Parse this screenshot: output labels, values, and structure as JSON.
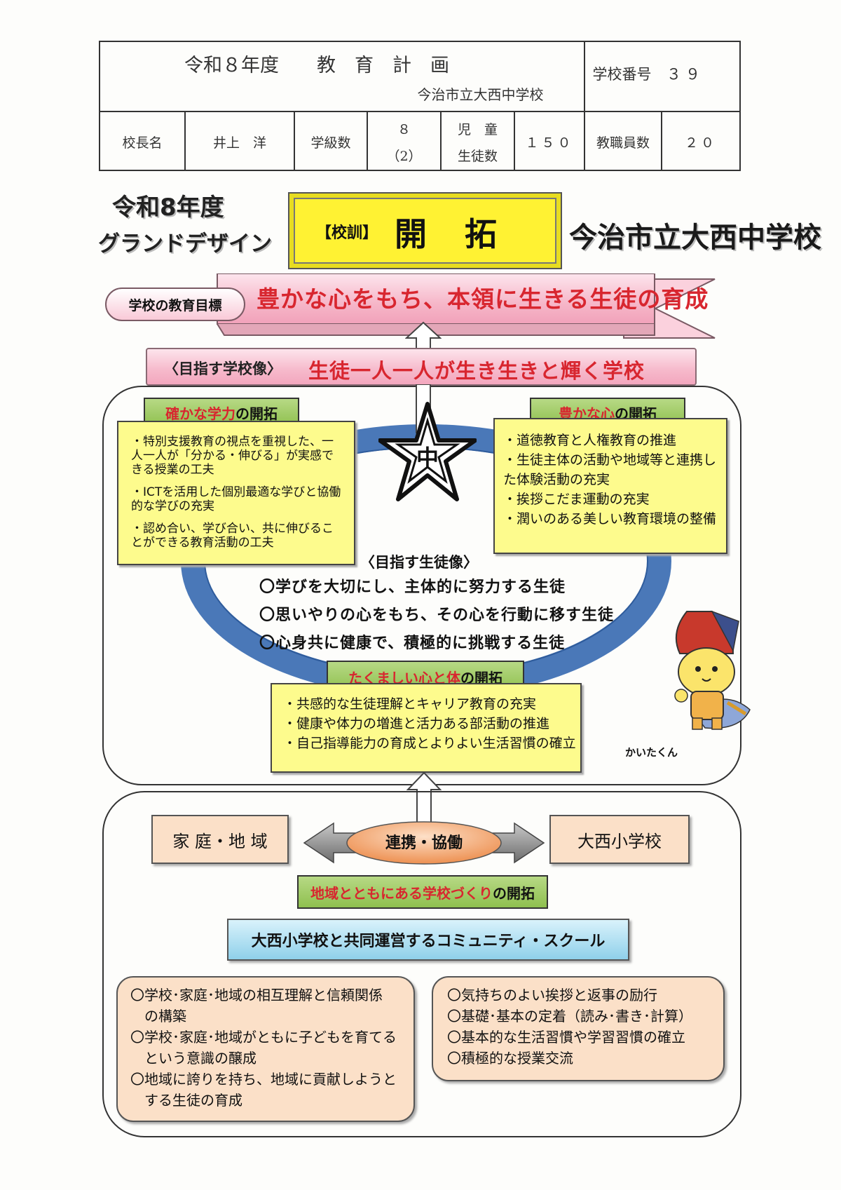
{
  "header": {
    "title": "令和８年度　　教　育　計　画",
    "school_name": "今治市立大西中学校",
    "school_number_label": "学校番号",
    "school_number": "３９",
    "principal_label": "校長名",
    "principal": "井上　洋",
    "classes_label": "学級数",
    "classes": "８",
    "classes_sub": "（2）",
    "students_label_1": "児　童",
    "students_label_2": "生徒数",
    "students": "１５０",
    "staff_label": "教職員数",
    "staff": "２０"
  },
  "design": {
    "year": "令和8年度",
    "subtitle": "グランドデザイン",
    "motto_label": "【校訓】",
    "motto": "開　拓",
    "school": "今治市立大西中学校",
    "goal_label": "学校の教育目標",
    "goal": "豊かな心をもち、本領に生きる生徒の育成",
    "vision_label": "〈目指す学校像〉",
    "vision": "生徒一人一人が生き生きと輝く学校",
    "emblem_char": "中",
    "learning": {
      "title_red": "確かな学力",
      "title_rest": "の開拓",
      "items": [
        "・特別支援教育の視点を重視した、一人一人が「分かる・伸びる」が実感できる授業の工夫",
        "・ICTを活用した個別最適な学びと協働的な学びの充実",
        "・認め合い、学び合い、共に伸びることができる教育活動の工夫"
      ]
    },
    "heart": {
      "title_red": "豊かな心",
      "title_rest": "の開拓",
      "items": [
        "・道徳教育と人権教育の推進",
        "・生徒主体の活動や地域等と連携した体験活動の充実",
        "・挨拶こだま運動の充実",
        "・潤いのある美しい教育環境の整備"
      ]
    },
    "students_label": "〈目指す生徒像〉",
    "students": [
      "〇学びを大切にし、主体的に努力する生徒",
      "〇思いやりの心をもち、その心を行動に移す生徒",
      "〇心身共に健康で、積極的に挑戦する生徒"
    ],
    "body": {
      "title_red": "たくましい心と体",
      "title_rest": "の開拓",
      "items": [
        "・共感的な生徒理解とキャリア教育の充実",
        "・健康や体力の増進と活力ある部活動の推進",
        "・自己指導能力の育成とよりよい生活習慣の確立"
      ]
    },
    "mascot": "かいたくん",
    "home": "家 庭・地 域",
    "cooperation": "連携・協働",
    "elementary": "大西小学校",
    "community": {
      "title_red": "地域とともにある学校づくり",
      "title_rest": "の開拓"
    },
    "cs": "大西小学校と共同運営するコミュニティ・スクール",
    "left_items": [
      "〇学校･家庭･地域の相互理解と信頼関係",
      "　の構築",
      "〇学校･家庭･地域がともに子どもを育てる",
      "　という意識の醸成",
      "〇地域に誇りを持ち、地域に貢献しようと",
      "　する生徒の育成"
    ],
    "right_items": [
      "〇気持ちのよい挨拶と返事の励行",
      "〇基礎･基本の定着（読み･書き･計算）",
      "〇基本的な生活習慣や学習習慣の確立",
      "〇積極的な授業交流"
    ]
  }
}
